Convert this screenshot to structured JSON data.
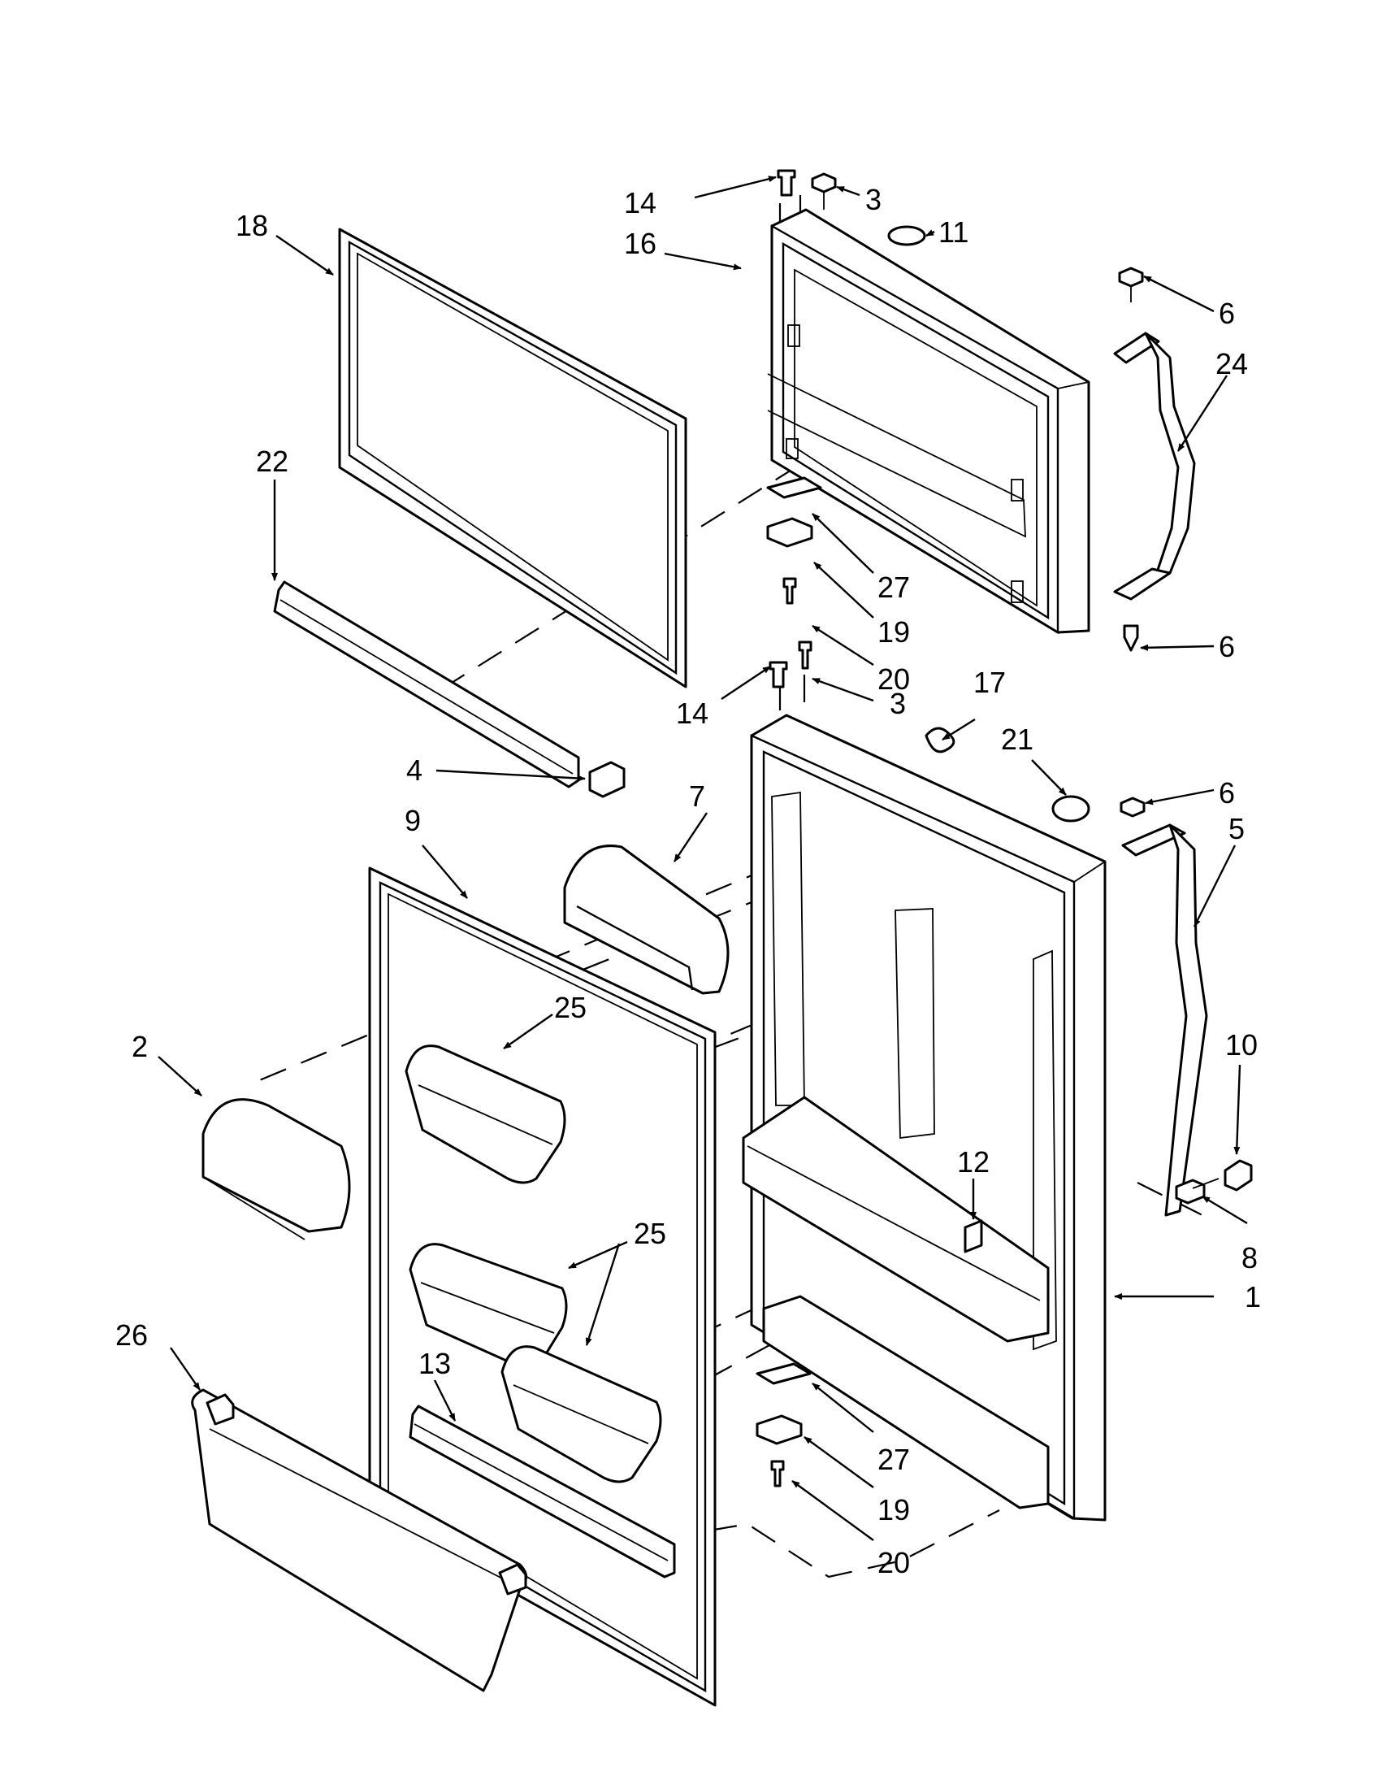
{
  "diagram": {
    "callouts": [
      "14",
      "3",
      "11",
      "16",
      "18",
      "6",
      "24",
      "22",
      "27",
      "19",
      "20",
      "6",
      "14",
      "3",
      "17",
      "21",
      "6",
      "5",
      "4",
      "9",
      "7",
      "25",
      "2",
      "10",
      "12",
      "8",
      "25",
      "1",
      "26",
      "13",
      "27",
      "19",
      "20"
    ]
  }
}
